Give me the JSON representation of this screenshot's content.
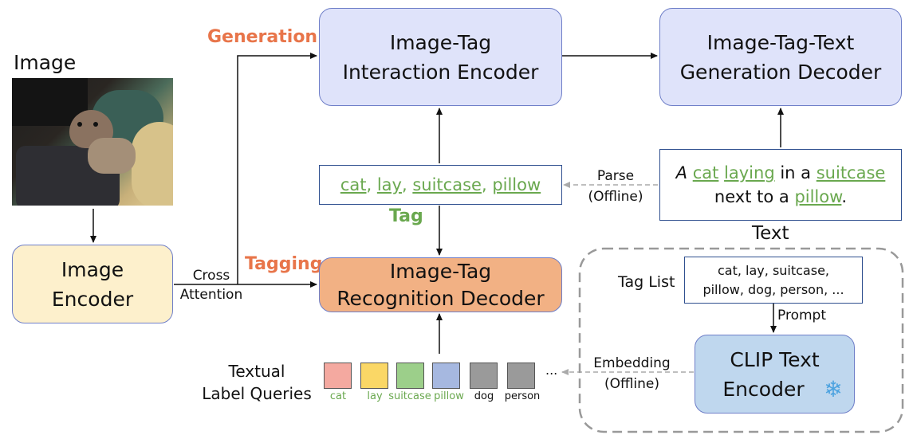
{
  "image_label": "Image",
  "image_encoder": {
    "line1": "Image",
    "line2": "Encoder"
  },
  "cross_attention": {
    "line1": "Cross",
    "line2": "Attention"
  },
  "generation_label": "Generation",
  "tagging_label": "Tagging",
  "interaction_encoder": {
    "line1": "Image-Tag",
    "line2": "Interaction Encoder"
  },
  "generation_decoder": {
    "line1": "Image-Tag-Text",
    "line2": "Generation Decoder"
  },
  "recognition_decoder": {
    "line1": "Image-Tag",
    "line2": "Recognition Decoder"
  },
  "tags_box": {
    "items": [
      "cat",
      "lay",
      "suitcase",
      "pillow"
    ],
    "sep": ", "
  },
  "tag_label": "Tag",
  "parse": {
    "line1": "Parse",
    "line2": "(Offline)"
  },
  "text_box": {
    "w1": "A",
    "w2": "cat",
    "w3": "laying",
    "w4": "in a",
    "w5": "suitcase",
    "w6": "next to a",
    "w7": "pillow",
    "w8": "."
  },
  "text_label": "Text",
  "tag_list": {
    "label": "Tag List",
    "line1": "cat, lay, suitcase,",
    "line2": "pillow, dog, person, ..."
  },
  "prompt_label": "Prompt",
  "clip_encoder": {
    "line1": "CLIP Text",
    "line2": "Encoder"
  },
  "embedding": {
    "line1": "Embedding",
    "line2": "(Offline)"
  },
  "queries_label": {
    "line1": "Textual",
    "line2": "Label Queries"
  },
  "queries": [
    {
      "label": "cat",
      "color": "#f4a9a0",
      "label_color": "#6aa84f"
    },
    {
      "label": "lay",
      "color": "#fad766",
      "label_color": "#6aa84f"
    },
    {
      "label": "suitcase",
      "color": "#9ccf8a",
      "label_color": "#6aa84f"
    },
    {
      "label": "pillow",
      "color": "#a6b8e0",
      "label_color": "#6aa84f"
    },
    {
      "label": "dog",
      "color": "#9a9a9a",
      "label_color": "#111111"
    },
    {
      "label": "person",
      "color": "#9a9a9a",
      "label_color": "#111111"
    }
  ],
  "ellipsis": "..."
}
